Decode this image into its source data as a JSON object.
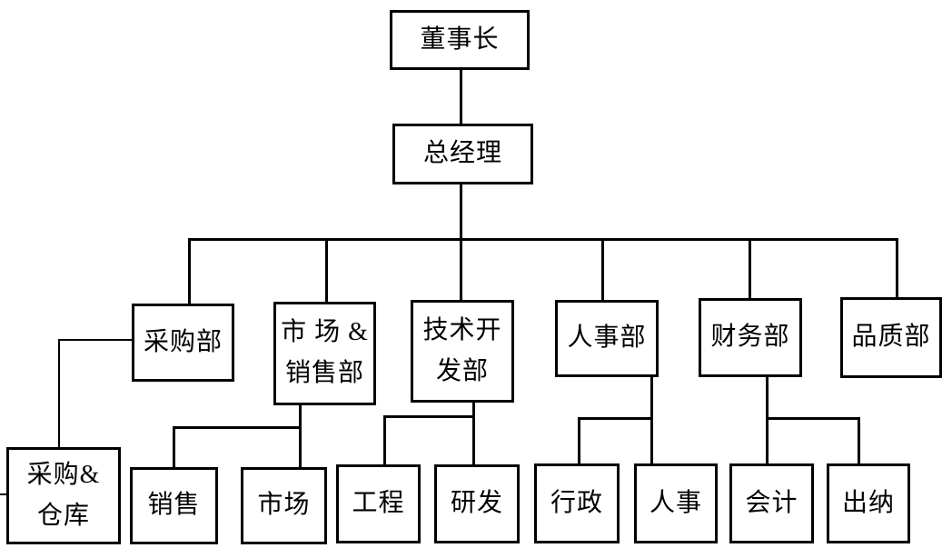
{
  "org_chart": {
    "nodes": {
      "chairman": {
        "label": "董事长"
      },
      "general_manager": {
        "label": "总经理"
      },
      "purchasing_dept": {
        "label": "采购部"
      },
      "market_sales_dept": {
        "label": "市 场 &\n销售部"
      },
      "tech_dev_dept": {
        "label": "技术开\n发部"
      },
      "hr_dept": {
        "label": "人事部"
      },
      "finance_dept": {
        "label": "财务部"
      },
      "quality_dept": {
        "label": "品质部"
      },
      "purchasing_warehouse": {
        "label": "采购&\n仓库"
      },
      "sales": {
        "label": "销售"
      },
      "market": {
        "label": "市场"
      },
      "engineering": {
        "label": "工程"
      },
      "rnd": {
        "label": "研发"
      },
      "admin": {
        "label": "行政"
      },
      "hr": {
        "label": "人事"
      },
      "accounting": {
        "label": "会计"
      },
      "cashier": {
        "label": "出纳"
      }
    },
    "edges": [
      {
        "from": "chairman",
        "to": "general_manager"
      },
      {
        "from": "general_manager",
        "to": "purchasing_dept"
      },
      {
        "from": "general_manager",
        "to": "market_sales_dept"
      },
      {
        "from": "general_manager",
        "to": "tech_dev_dept"
      },
      {
        "from": "general_manager",
        "to": "hr_dept"
      },
      {
        "from": "general_manager",
        "to": "finance_dept"
      },
      {
        "from": "general_manager",
        "to": "quality_dept"
      },
      {
        "from": "purchasing_dept",
        "to": "purchasing_warehouse"
      },
      {
        "from": "market_sales_dept",
        "to": "sales"
      },
      {
        "from": "market_sales_dept",
        "to": "market"
      },
      {
        "from": "tech_dev_dept",
        "to": "engineering"
      },
      {
        "from": "tech_dev_dept",
        "to": "rnd"
      },
      {
        "from": "hr_dept",
        "to": "admin"
      },
      {
        "from": "hr_dept",
        "to": "hr"
      },
      {
        "from": "finance_dept",
        "to": "accounting"
      },
      {
        "from": "finance_dept",
        "to": "cashier"
      }
    ],
    "colors": {
      "line": "#000000",
      "background": "#ffffff",
      "text": "#000000"
    }
  }
}
